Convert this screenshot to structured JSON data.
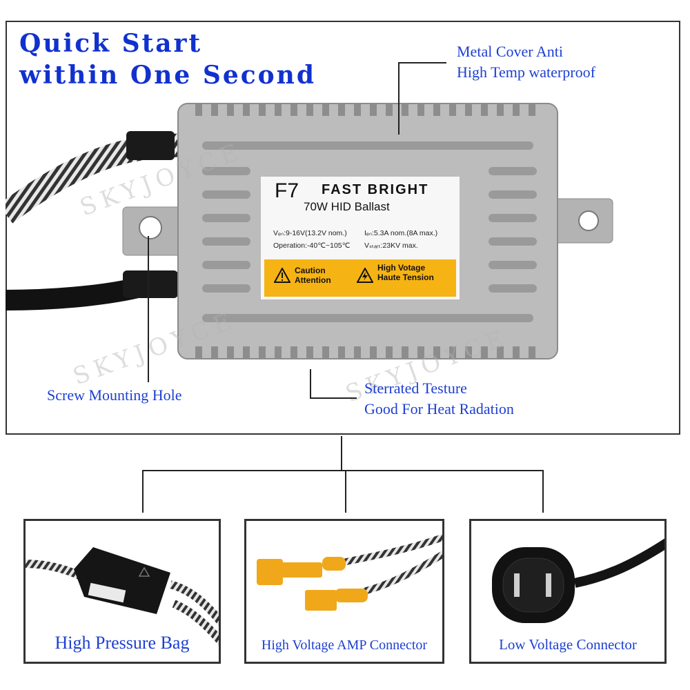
{
  "headline": {
    "line1": "Quick Start",
    "line2": "within One Second"
  },
  "callouts": {
    "metal_cover_line1": "Metal Cover Anti",
    "metal_cover_line2": "High Temp waterproof",
    "screw_hole": "Screw Mounting Hole",
    "serrated_line1": "Sterrated Testure",
    "serrated_line2": "Good For Heat Radation"
  },
  "watermark": "SKYJOYCE",
  "ballast_label": {
    "model": "F7",
    "brand": "FAST BRIGHT",
    "subtitle": "70W HID Ballast",
    "spec_vin": "Vₑₙ:9-16V(13.2V nom.)",
    "spec_iin": "Iₑₙ:5.3A nom.(8A max.)",
    "spec_operation": "Operation:-40℃~105℃",
    "spec_vstart": "Vₛₜₐᵣₜ:23KV max.",
    "caution_line1": "Caution",
    "caution_line2": "Attention",
    "hv_line1": "High Votage",
    "hv_line2": "Haute Tension"
  },
  "panels": [
    {
      "label": "High Pressure Bag"
    },
    {
      "label": "High Voltage AMP Connector"
    },
    {
      "label": "Low Voltage Connector"
    }
  ],
  "colors": {
    "text_blue": "#1d3fd1",
    "headline_blue": "#1131cf",
    "warning_yellow": "#f6b314",
    "connector_orange": "#f0a81a",
    "metal_gray": "#b9b9b9"
  }
}
